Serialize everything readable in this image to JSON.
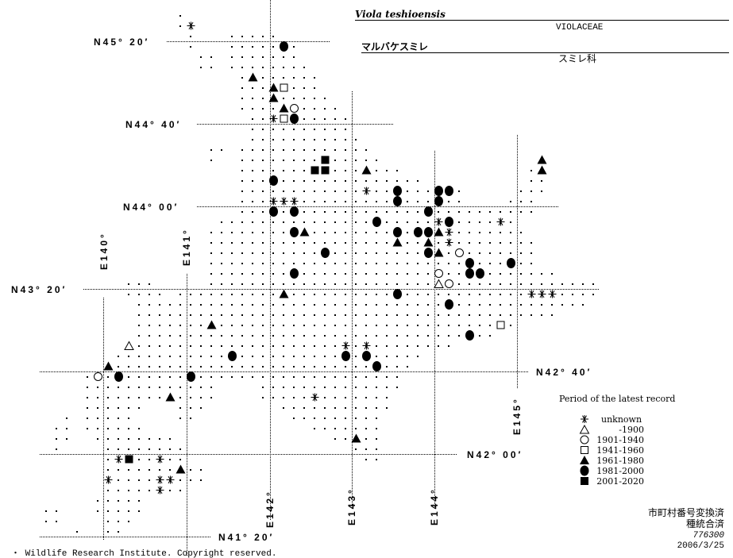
{
  "header": {
    "scientific_name": "Viola teshioensis",
    "family_latin": "VIOLACEAE",
    "japanese_name": "マルバケスミレ",
    "family_japanese": "スミレ科"
  },
  "latitude_labels": [
    "N45° 20′",
    "N44° 40′",
    "N44° 00′",
    "N43° 20′",
    "N42° 40′",
    "N42° 00′",
    "N41° 20′"
  ],
  "longitude_labels": [
    "E140°",
    "E141°",
    "E142°",
    "E143°",
    "E144°",
    "E145°"
  ],
  "legend": {
    "title": "Period of the latest record",
    "items": [
      {
        "key": "unknown",
        "symbol": "asterisk-icon",
        "label": "unknown"
      },
      {
        "key": "p1900",
        "symbol": "open-triangle-icon",
        "label": "-1900"
      },
      {
        "key": "p1940",
        "symbol": "open-circle-icon",
        "label": "1901-1940"
      },
      {
        "key": "p1960",
        "symbol": "open-square-icon",
        "label": "1941-1960"
      },
      {
        "key": "p1980",
        "symbol": "filled-triangle-icon",
        "label": "1961-1980"
      },
      {
        "key": "p2000",
        "symbol": "filled-circle-icon",
        "label": "1981-2000"
      },
      {
        "key": "p2020",
        "symbol": "filled-square-icon",
        "label": "2001-2020"
      }
    ]
  },
  "notes": {
    "line1": "市町村番号変換済",
    "line2": "種統合済",
    "code": "776300",
    "date": "2006/3/25"
  },
  "footer": {
    "copyright": "・ Wildlife Research Institute. Copyright reserved."
  },
  "markers": {
    "unknown": [
      [
        141.0625,
        45.4583
      ],
      [
        142.0625,
        44.7083
      ],
      [
        143.1875,
        44.125
      ],
      [
        142.0625,
        44.0417
      ],
      [
        142.1875,
        44.0417
      ],
      [
        142.3125,
        44.0417
      ],
      [
        144.0625,
        43.875
      ],
      [
        144.8125,
        43.875
      ],
      [
        144.1875,
        43.7917
      ],
      [
        144.1875,
        43.7083
      ],
      [
        145.1875,
        43.2917
      ],
      [
        145.3125,
        43.2917
      ],
      [
        145.4375,
        43.2917
      ],
      [
        142.9375,
        42.875
      ],
      [
        143.1875,
        42.875
      ],
      [
        142.5625,
        42.4583
      ],
      [
        140.1875,
        41.9583
      ],
      [
        140.6875,
        41.9583
      ],
      [
        140.0625,
        41.7917
      ],
      [
        140.6875,
        41.7917
      ],
      [
        140.8125,
        41.7917
      ],
      [
        140.6875,
        41.7083
      ]
    ],
    "p1900": [
      [
        144.0625,
        43.375
      ],
      [
        140.3125,
        42.875
      ]
    ],
    "p1940": [
      [
        142.3125,
        44.7917
      ],
      [
        144.3125,
        43.625
      ],
      [
        144.0625,
        43.4583
      ],
      [
        144.1875,
        43.375
      ],
      [
        139.9375,
        42.625
      ]
    ],
    "p1960": [
      [
        142.1875,
        44.9583
      ],
      [
        142.1875,
        44.7083
      ],
      [
        144.8125,
        43.0417
      ]
    ],
    "p1980": [
      [
        141.8125,
        45.0417
      ],
      [
        142.0625,
        44.9583
      ],
      [
        142.0625,
        44.875
      ],
      [
        142.1875,
        44.7917
      ],
      [
        145.3125,
        44.375
      ],
      [
        143.1875,
        44.2917
      ],
      [
        145.3125,
        44.2917
      ],
      [
        142.4375,
        43.7917
      ],
      [
        144.0625,
        43.7917
      ],
      [
        143.5625,
        43.7083
      ],
      [
        143.9375,
        43.7083
      ],
      [
        144.0625,
        43.625
      ],
      [
        142.1875,
        43.2917
      ],
      [
        141.3125,
        43.0417
      ],
      [
        140.0625,
        42.7083
      ],
      [
        140.8125,
        42.4583
      ],
      [
        143.0625,
        42.125
      ],
      [
        140.9375,
        41.875
      ]
    ],
    "p2000": [
      [
        142.1875,
        45.2917
      ],
      [
        142.3125,
        44.7083
      ],
      [
        142.0625,
        44.2083
      ],
      [
        143.5625,
        44.125
      ],
      [
        144.0625,
        44.125
      ],
      [
        144.1875,
        44.125
      ],
      [
        143.5625,
        44.0417
      ],
      [
        144.0625,
        44.0417
      ],
      [
        142.0625,
        43.9583
      ],
      [
        142.3125,
        43.9583
      ],
      [
        143.9375,
        43.9583
      ],
      [
        143.3125,
        43.875
      ],
      [
        144.1875,
        43.875
      ],
      [
        142.3125,
        43.7917
      ],
      [
        143.5625,
        43.7917
      ],
      [
        143.8125,
        43.7917
      ],
      [
        143.9375,
        43.7917
      ],
      [
        142.6875,
        43.625
      ],
      [
        143.9375,
        43.625
      ],
      [
        144.4375,
        43.5417
      ],
      [
        144.9375,
        43.5417
      ],
      [
        142.3125,
        43.4583
      ],
      [
        144.4375,
        43.4583
      ],
      [
        144.5625,
        43.4583
      ],
      [
        143.5625,
        43.2917
      ],
      [
        144.1875,
        43.2083
      ],
      [
        144.4375,
        42.9583
      ],
      [
        141.5625,
        42.7917
      ],
      [
        142.9375,
        42.7917
      ],
      [
        143.1875,
        42.7917
      ],
      [
        143.3125,
        42.7083
      ],
      [
        140.1875,
        42.625
      ],
      [
        141.0625,
        42.625
      ]
    ],
    "p2020": [
      [
        142.6875,
        44.375
      ],
      [
        142.5625,
        44.2917
      ],
      [
        142.6875,
        44.2917
      ],
      [
        140.3125,
        41.9583
      ]
    ]
  }
}
